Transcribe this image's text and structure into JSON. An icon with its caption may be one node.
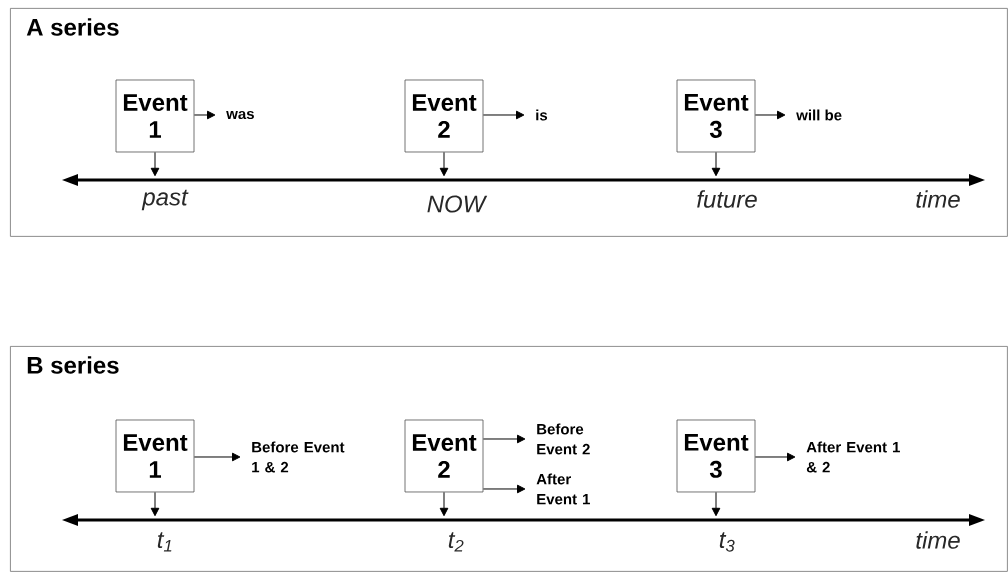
{
  "diagram": {
    "nodes": [
      {
        "text": [
          "A series"
        ]
      },
      {
        "text": [
          "Event 1"
        ],
        "in": 0
      },
      {
        "text": [
          "was"
        ],
        "in": 0
      },
      {
        "text": [
          "Event 2"
        ],
        "in": 0
      },
      {
        "text": [
          "is"
        ],
        "in": 0
      },
      {
        "text": [
          "Event 3"
        ],
        "in": 0
      },
      {
        "text": [
          "will be"
        ],
        "in": 0
      },
      {
        "text": [],
        "shape": "bar",
        "in": 0
      },
      {
        "text": [
          "B series"
        ]
      },
      {
        "text": [
          "Event 1"
        ],
        "in": 8
      },
      {
        "text": [
          "Before Event 1 & 2"
        ],
        "in": 8
      },
      {
        "text": [
          "Event 2"
        ],
        "in": 8
      },
      {
        "text": [
          "Before Event 2"
        ],
        "in": 8
      },
      {
        "text": [
          "After Event 1"
        ],
        "in": 8
      },
      {
        "text": [
          "Event 3"
        ],
        "in": 8
      },
      {
        "text": [
          "After Event 1 & 2"
        ],
        "in": 8
      },
      {
        "text": [],
        "shape": "bar",
        "in": 8
      }
    ],
    "edges": [
      {
        "from": 1,
        "to": 2,
        "arrow": "to"
      },
      {
        "from": 3,
        "to": 4,
        "arrow": "to"
      },
      {
        "from": 5,
        "to": 6,
        "arrow": "to"
      },
      {
        "from": 1,
        "to": 7,
        "arrow": "to"
      },
      {
        "from": 3,
        "to": 7,
        "arrow": "to"
      },
      {
        "from": 5,
        "to": 7,
        "arrow": "to"
      },
      {
        "from": 9,
        "to": 10,
        "arrow": "to"
      },
      {
        "from": 11,
        "to": 12,
        "arrow": "to"
      },
      {
        "from": 11,
        "to": 13,
        "arrow": "to"
      },
      {
        "from": 14,
        "to": 15,
        "arrow": "to"
      },
      {
        "from": 9,
        "to": 16,
        "arrow": "to"
      },
      {
        "from": 11,
        "to": 16,
        "arrow": "to"
      },
      {
        "from": 14,
        "to": 16,
        "arrow": "to"
      }
    ],
    "labels": [
      "past",
      "NOW",
      "future",
      "time",
      "t$_{1}$",
      "t$_{2}$",
      "t$_{3}$",
      "time"
    ]
  }
}
